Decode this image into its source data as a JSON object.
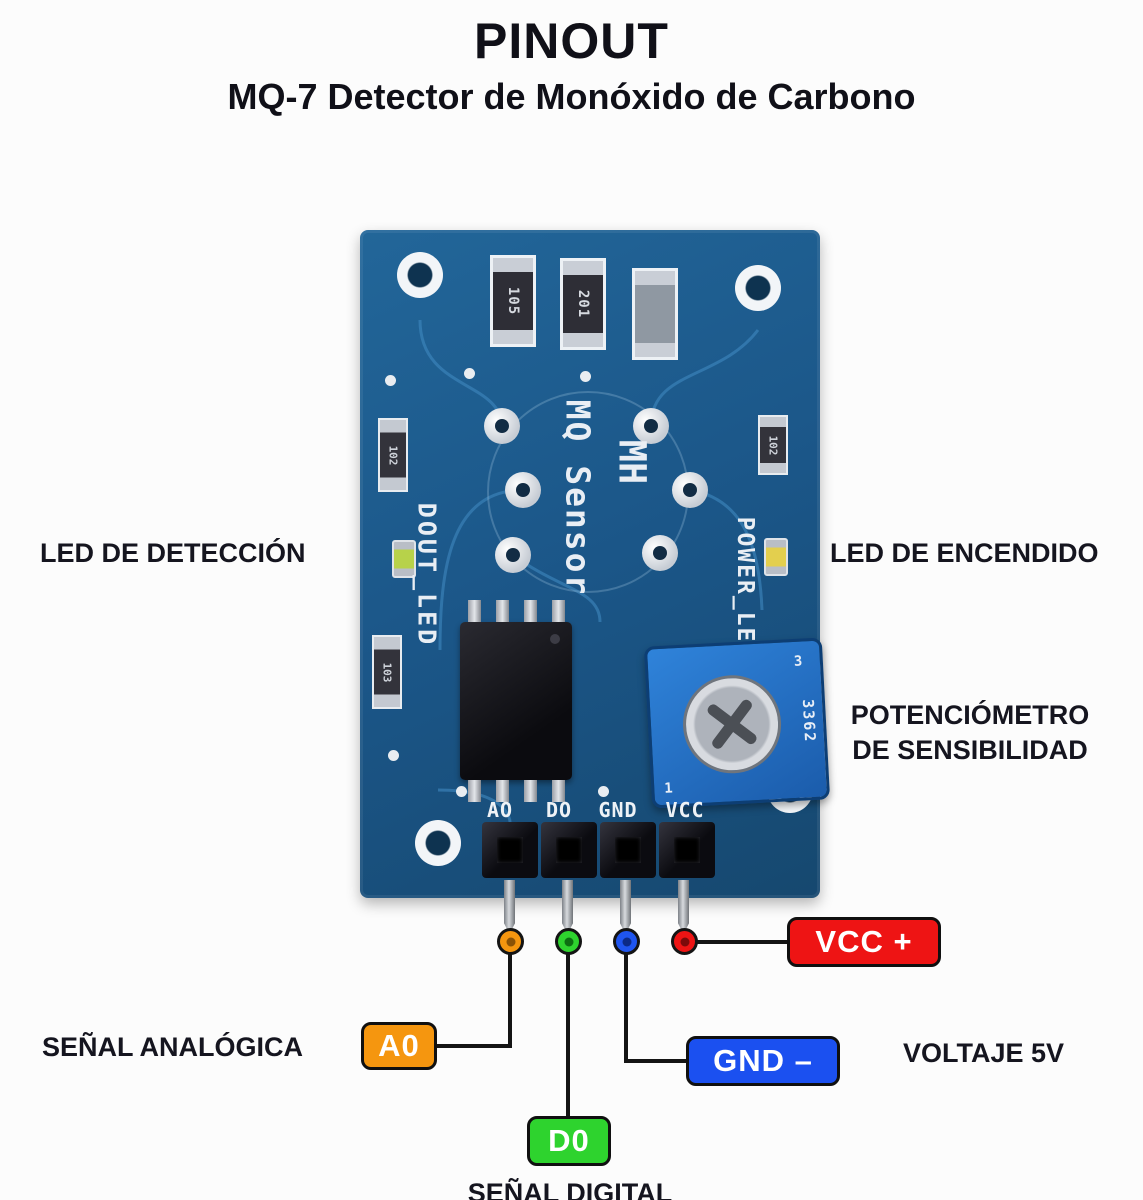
{
  "title": "PINOUT",
  "subtitle": "MQ-7 Detector de Monóxido de Carbono",
  "colors": {
    "board_blue": "#1b5688",
    "vcc_red": "#ee1414",
    "gnd_blue": "#1b50f0",
    "a0_orange": "#f5960f",
    "d0_green": "#2ed32e",
    "wire_black": "#141414"
  },
  "board": {
    "silkscreen": {
      "dout_led": "DOUT_LED",
      "mq_sensor": "MQ Sensor",
      "mh": "MH",
      "power_led": "POWER_LE",
      "pin_labels": [
        "AO",
        "DO",
        "GND",
        "VCC"
      ]
    },
    "components": {
      "resistors_top": [
        "105",
        "201",
        ""
      ],
      "smd_left_top": "102",
      "smd_left_bottom": "103",
      "smd_right": "102",
      "potentiometer_marking": "3362",
      "potentiometer_marking_2": "3",
      "potentiometer_marking_3": "1"
    }
  },
  "badges": {
    "vcc": {
      "label": "VCC +",
      "color": "#ee1414"
    },
    "gnd": {
      "label": "GND –",
      "color": "#1b50f0"
    },
    "a0": {
      "label": "A0",
      "color": "#f5960f"
    },
    "d0": {
      "label": "D0",
      "color": "#2ed32e"
    }
  },
  "annotations": {
    "led_detection": "LED DE DETECCIÓN",
    "led_power": "LED DE ENCENDIDO",
    "potentiometer_line1": "POTENCIÓMETRO",
    "potentiometer_line2": "DE SENSIBILIDAD",
    "analog_signal": "SEÑAL ANALÓGICA",
    "digital_signal": "SEÑAL DIGITAL",
    "voltage": "VOLTAJE 5V"
  }
}
